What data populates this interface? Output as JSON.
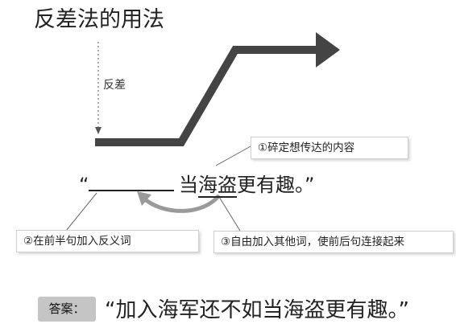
{
  "title": "反差法的用法",
  "gap_label": "反差",
  "sentence": {
    "open_quote": "“",
    "pre": "当",
    "underlined": "海盗",
    "post": "更有趣。”"
  },
  "callouts": {
    "step1": "①碎定想传达的内容",
    "step2": "②在前半句加入反义词",
    "step3": "③自由加入其他词，使前后句连接起来"
  },
  "answer": {
    "tag": "答案：",
    "text": "“加入海军还不如当海盗更有趣。”"
  }
}
